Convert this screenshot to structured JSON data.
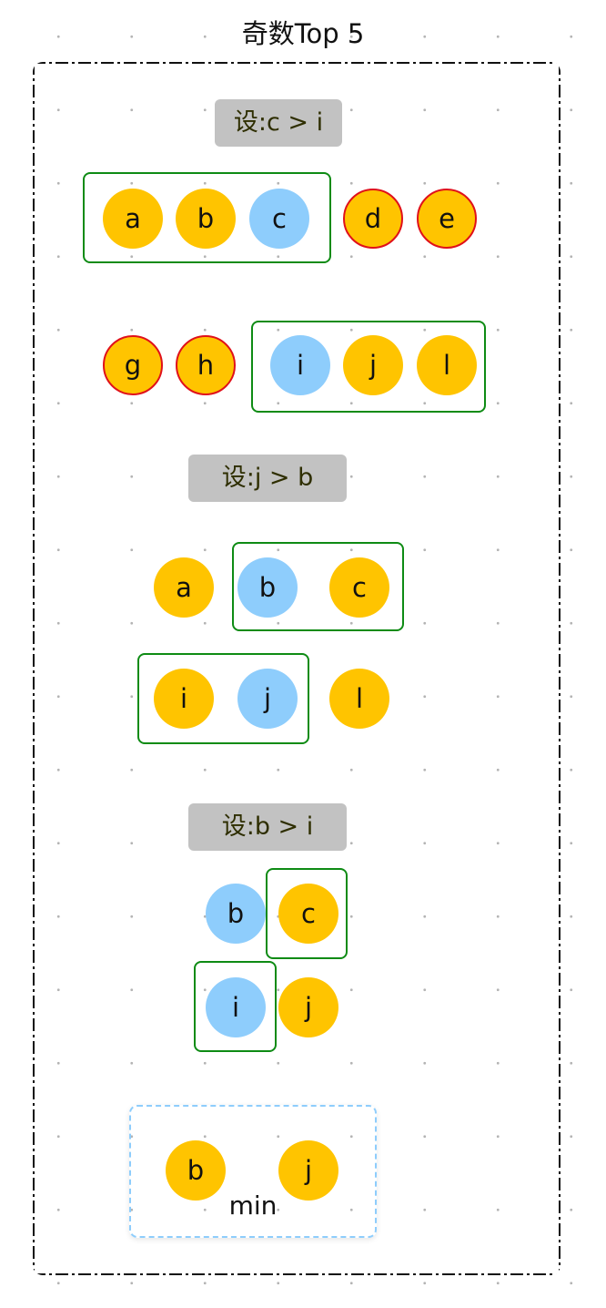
{
  "title": "奇数Top 5",
  "labels": {
    "step1": "设:c > i",
    "step2": "设:j > b",
    "step3": "设:b > i"
  },
  "nodes": {
    "s1_a": "a",
    "s1_b": "b",
    "s1_c": "c",
    "s1_d": "d",
    "s1_e": "e",
    "s1_g": "g",
    "s1_h": "h",
    "s1_i": "i",
    "s1_j": "j",
    "s1_l": "l",
    "s2_a": "a",
    "s2_b": "b",
    "s2_c": "c",
    "s2_i": "i",
    "s2_j": "j",
    "s2_l": "l",
    "s3_b": "b",
    "s3_c": "c",
    "s3_i": "i",
    "s3_j": "j",
    "min_b": "b",
    "min_j": "j"
  },
  "min_label": "min",
  "colors": {
    "gold": "#ffc400",
    "blue": "#8ecdfc",
    "red_border": "#e0101a",
    "group_border": "#0e8b14",
    "label_bg": "#c2c2c2"
  }
}
